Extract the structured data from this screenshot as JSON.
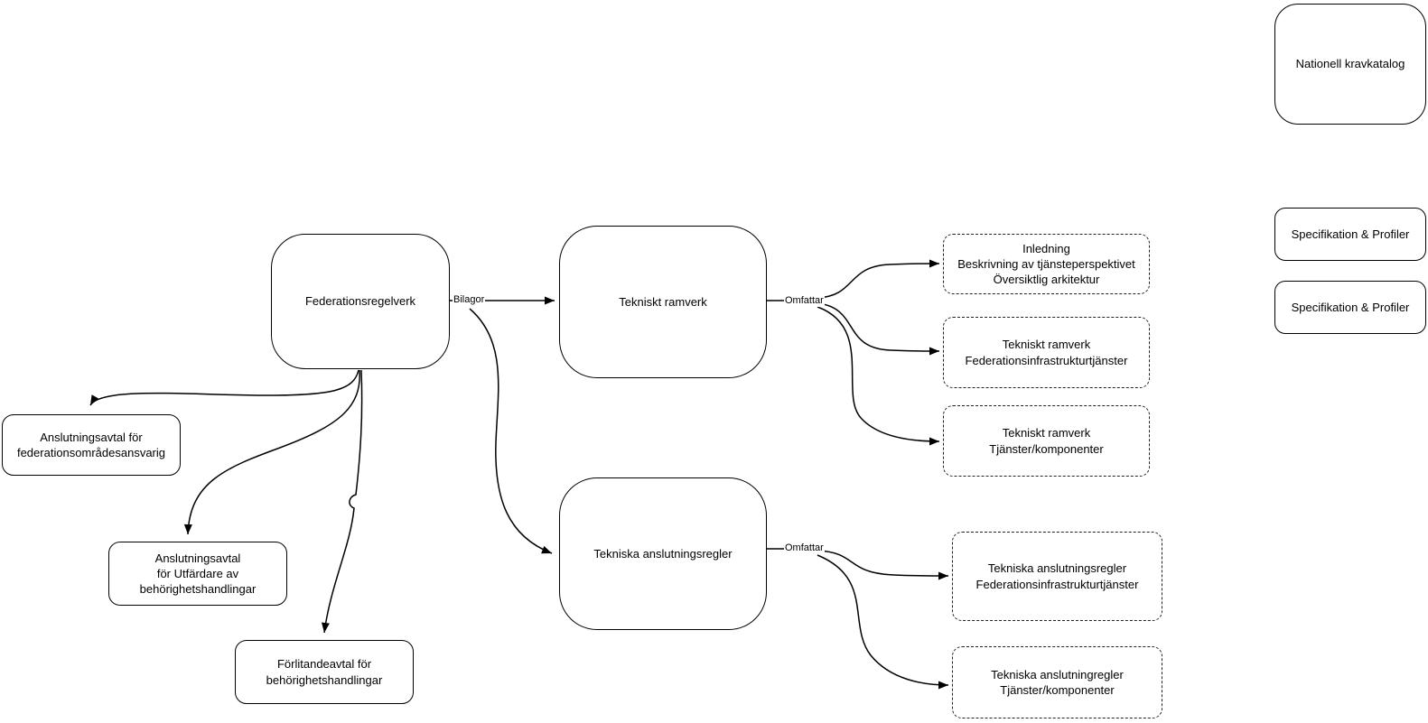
{
  "diagram": {
    "type": "flowchart",
    "language": "Swedish",
    "colors": {
      "stroke": "#000000",
      "background": "#ffffff",
      "text": "#000000"
    },
    "nodes": {
      "federationsregelverk": {
        "label": "Federationsregelverk",
        "style": "solid"
      },
      "tekniskt_ramverk": {
        "label": "Tekniskt ramverk",
        "style": "solid"
      },
      "tekniska_anslutningsregler": {
        "label": "Tekniska anslutningsregler",
        "style": "solid"
      },
      "nationell_kravkatalog": {
        "label": "Nationell kravkatalog",
        "style": "solid"
      },
      "spec_profiler_1": {
        "label": "Specifikation & Profiler",
        "style": "solid"
      },
      "spec_profiler_2": {
        "label": "Specifikation & Profiler",
        "style": "solid"
      },
      "anslutningsavtal_federationsomradesansvarig": {
        "label": "Anslutningsavtal för\nfederationsområdesansvarig",
        "style": "solid"
      },
      "anslutningsavtal_utfardare": {
        "label": "Anslutningsavtal\nför Utfärdare av\nbehörighetshandlingar",
        "style": "solid"
      },
      "forlitandeavtal": {
        "label": "Förlitandeavtal för\nbehörighetshandlingar",
        "style": "solid"
      },
      "inledning": {
        "label": "Inledning\nBeskrivning av tjänsteperspektivet\nÖversiktlig arkitektur",
        "style": "dashed"
      },
      "tekniskt_ramverk_fedinfra": {
        "label": "Tekniskt ramverk\nFederationsinfrastrukturtjänster",
        "style": "dashed"
      },
      "tekniskt_ramverk_tjanster": {
        "label": "Tekniskt ramverk\nTjänster/komponenter",
        "style": "dashed"
      },
      "tekniska_anslutningsregler_fedinfra": {
        "label": "Tekniska anslutningsregler\nFederationsinfrastrukturtjänster",
        "style": "dashed"
      },
      "tekniska_anslutningregler_tjanster": {
        "label": "Tekniska anslutningregler\nTjänster/komponenter",
        "style": "dashed"
      }
    },
    "edge_labels": {
      "bilagor": "Bilagor",
      "omfattar_ramverk": "Omfattar",
      "omfattar_anslutningsregler": "Omfattar"
    }
  }
}
